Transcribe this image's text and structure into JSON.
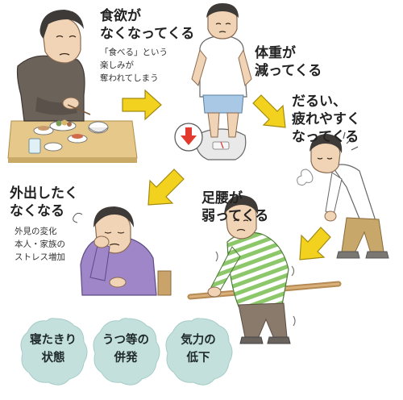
{
  "steps": [
    {
      "title_line1": "食欲が",
      "title_line2": "なくなってくる",
      "note_line1": "「食べる」という",
      "note_line2": "楽しみが",
      "note_line3": "奪われてしまう"
    },
    {
      "title_line1": "体重が",
      "title_line2": "減ってくる"
    },
    {
      "title_line1": "だるい、",
      "title_line2": "疲れやすく",
      "title_line3": "なってくる"
    },
    {
      "title_line1": "足腰が",
      "title_line2": "弱ってくる"
    },
    {
      "title_line1": "外出したく",
      "title_line2": "なくなる",
      "note_line1": "外見の変化",
      "note_line2": "本人・家族の",
      "note_line3": "ストレス増加"
    }
  ],
  "outcomes": [
    {
      "line1": "寝たきり",
      "line2": "状態"
    },
    {
      "line1": "うつ等の",
      "line2": "併発"
    },
    {
      "line1": "気力の",
      "line2": "低下"
    }
  ],
  "colors": {
    "arrow": "#f3d21f",
    "arrow_outline": "#a08a10",
    "badge": "#c3e0dc",
    "scale_indicator": "#e23b2e"
  }
}
